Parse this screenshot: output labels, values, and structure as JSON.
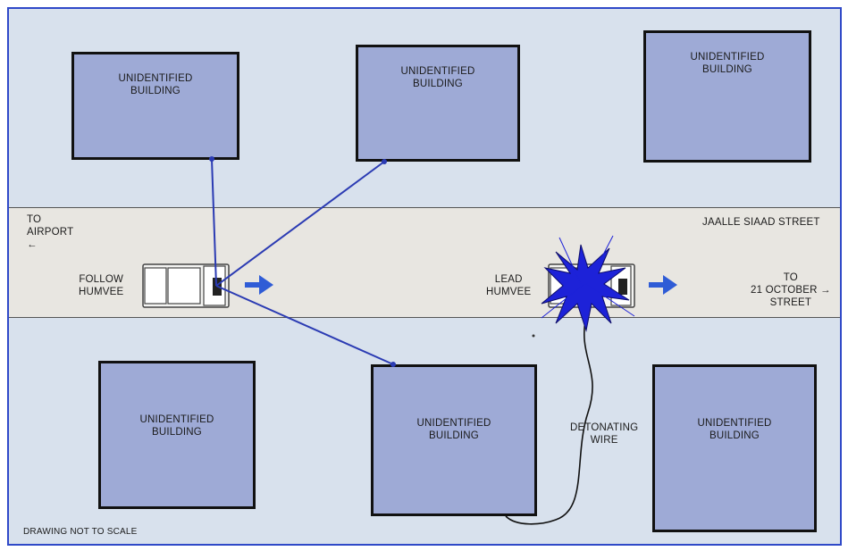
{
  "buildings": [
    {
      "id": "top-left",
      "label": "UNIDENTIFIED\nBUILDING"
    },
    {
      "id": "top-center",
      "label": "UNIDENTIFIED\nBUILDING"
    },
    {
      "id": "top-right",
      "label": "UNIDENTIFIED\nBUILDING"
    },
    {
      "id": "bottom-left",
      "label": "UNIDENTIFIED\nBUILDING"
    },
    {
      "id": "bottom-center",
      "label": "UNIDENTIFIED\nBUILDING"
    },
    {
      "id": "bottom-right",
      "label": "UNIDENTIFIED\nBUILDING"
    }
  ],
  "street": {
    "name": "JAALLE SIAAD STREET",
    "to_airport": "TO\nAIRPORT\n←",
    "to_21_october": "TO\n21 OCTOBER →\nSTREET"
  },
  "vehicles": {
    "follow": "FOLLOW\nHUMVEE",
    "lead": "LEAD\nHUMVEE"
  },
  "detonating_wire": "DETONATING\nWIRE",
  "note": "DRAWING NOT TO SCALE",
  "colors": {
    "frame": "#2f49c8",
    "building_fill": "#9eaad6",
    "street": "#e8e6e1",
    "line_of_sight": "#2b3bb3",
    "arrow": "#2f5cd6",
    "explosion": "#1d22d8"
  }
}
